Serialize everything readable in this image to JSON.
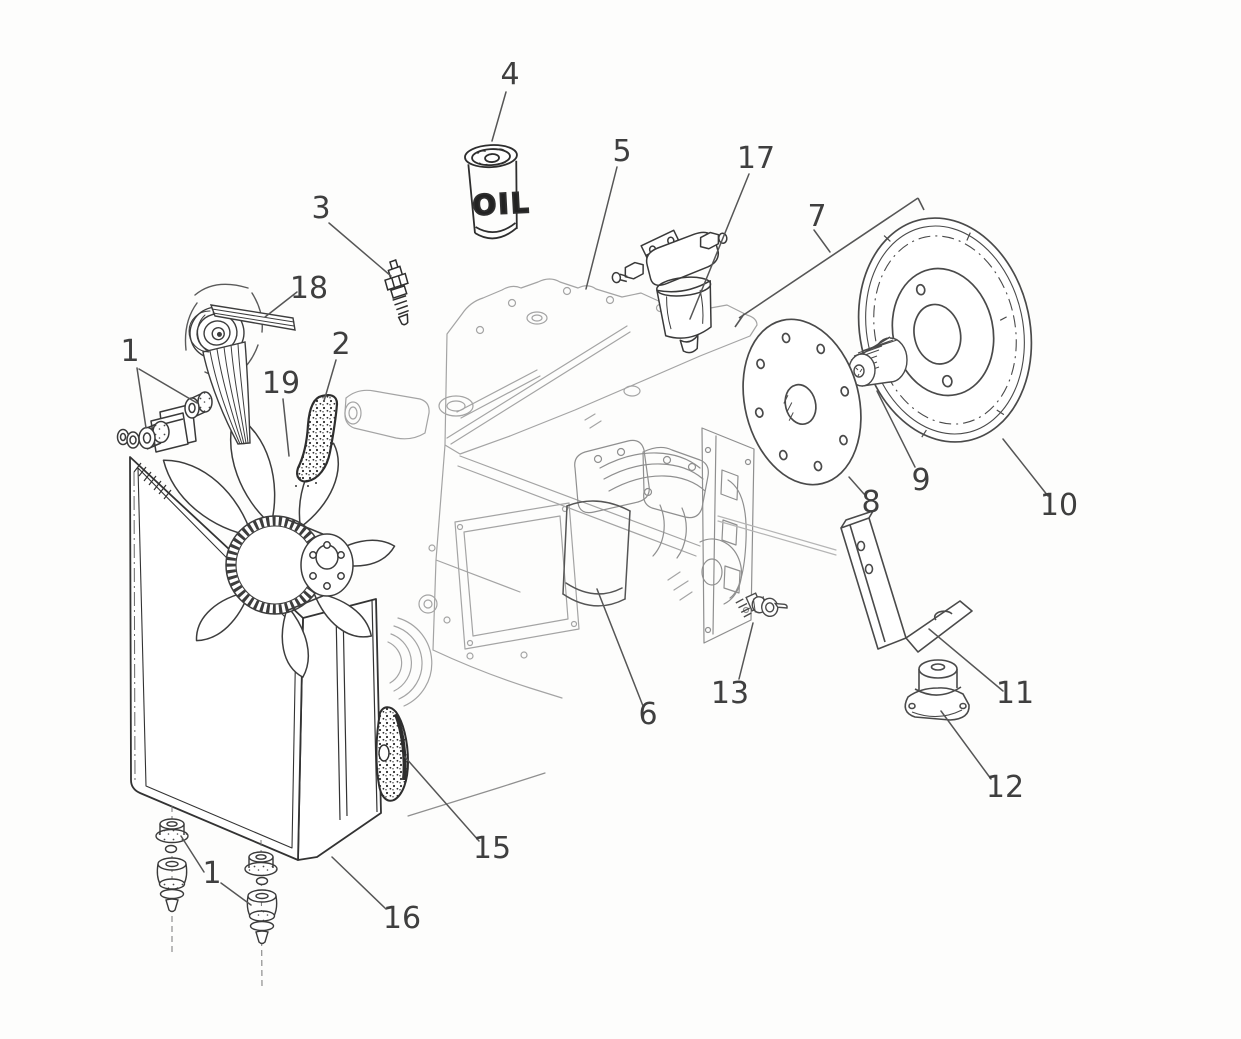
{
  "diagram": {
    "figure_type": "exploded-parts-diagram",
    "subject": "engine-radiator-and-mounting-assembly",
    "colors": {
      "background": "#fdfdfc",
      "line": "#333333",
      "faded_line": "#a4a4a4",
      "leader": "#565656",
      "label": "#3f3f3f"
    },
    "oil_can_text": "OIL",
    "callouts": [
      {
        "label": "1",
        "part": "upper-mount-bushing-set"
      },
      {
        "label": "2",
        "part": "upper-hose-elbow"
      },
      {
        "label": "3",
        "part": "temperature-sensor"
      },
      {
        "label": "4",
        "part": "oil-filter-cartridge"
      },
      {
        "label": "5",
        "part": "engine-assembly"
      },
      {
        "label": "6",
        "part": "engine-oil-filter"
      },
      {
        "label": "7",
        "part": "flywheel-group"
      },
      {
        "label": "8",
        "part": "drive-plate"
      },
      {
        "label": "9",
        "part": "coupling-hub"
      },
      {
        "label": "10",
        "part": "flywheel-ring"
      },
      {
        "label": "11",
        "part": "mounting-bracket"
      },
      {
        "label": "12",
        "part": "rubber-mount"
      },
      {
        "label": "13",
        "part": "pressure-switch"
      },
      {
        "label": "15",
        "part": "lower-hose-elbow"
      },
      {
        "label": "16",
        "part": "radiator"
      },
      {
        "label": "17",
        "part": "fuel-filter-assembly"
      },
      {
        "label": "18",
        "part": "drive-belt"
      },
      {
        "label": "19",
        "part": "cooling-fan"
      },
      {
        "label": "1",
        "part": "lower-mount-bushing-set"
      }
    ]
  }
}
